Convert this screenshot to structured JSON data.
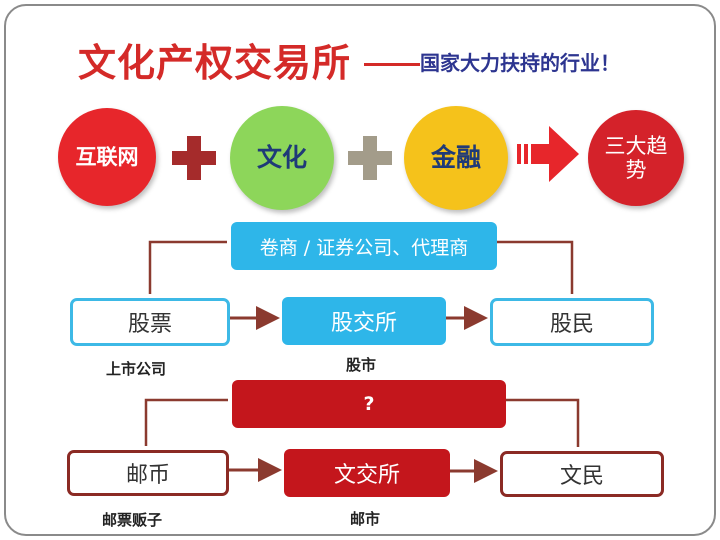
{
  "title": {
    "main": "文化产权交易所",
    "subtitle": "国家大力扶持的行业！"
  },
  "formula": {
    "internet": "互联网",
    "culture": "文化",
    "finance": "金融",
    "result": "三大趋势"
  },
  "stock_flow": {
    "broker": "卷商 / 证券公司、代理商",
    "source": "股票",
    "exchange": "股交所",
    "target": "股民",
    "source_caption": "上市公司",
    "exchange_caption": "股市"
  },
  "culture_flow": {
    "broker": "?",
    "source": "邮币",
    "exchange": "文交所",
    "target": "文民",
    "source_caption": "邮票贩子",
    "exchange_caption": "邮市"
  },
  "colors": {
    "title_red": "#d42a28",
    "subtitle_blue": "#2d3590",
    "stock_blue": "#2eb6e9",
    "culture_red": "#c4161c",
    "connector_brown": "#8b3a2f"
  }
}
